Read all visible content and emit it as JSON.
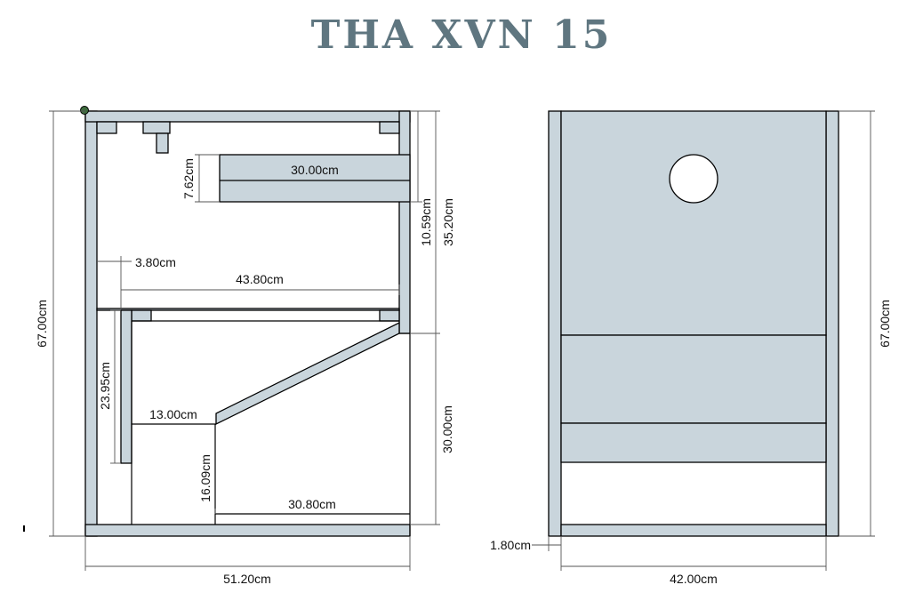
{
  "title": "THA XVN 15",
  "side_view": {
    "dimensions": {
      "total_height": "67.00cm",
      "total_width": "51.20cm",
      "shelf_width": "30.00cm",
      "shelf_height": "7.62cm",
      "upper_gap": "10.59cm",
      "upper_section": "35.20cm",
      "lower_section": "30.00cm",
      "offset": "3.80cm",
      "inner_width": "43.80cm",
      "lower_left_height": "23.95cm",
      "step_width": "13.00cm",
      "step_height": "16.09cm",
      "base_width": "30.80cm"
    }
  },
  "front_view": {
    "dimensions": {
      "total_height": "67.00cm",
      "width": "42.00cm",
      "thickness": "1.80cm"
    }
  }
}
